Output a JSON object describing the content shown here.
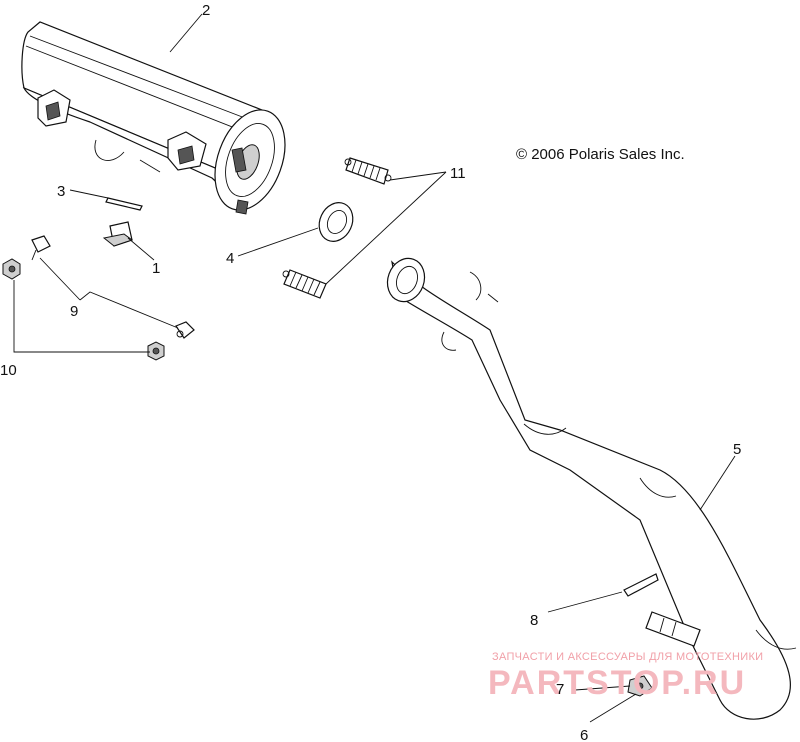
{
  "copyright": "© 2006 Polaris Sales Inc.",
  "callouts": {
    "c1": "1",
    "c2": "2",
    "c3": "3",
    "c4": "4",
    "c5": "5",
    "c6": "6",
    "c7": "7",
    "c8": "8",
    "c9": "9",
    "c10": "10",
    "c11": "11"
  },
  "watermark": {
    "tagline": "ЗАПЧАСТИ И АКСЕССУАРЫ ДЛЯ МОТОТЕХНИКИ",
    "brand": "PARTSTOP.RU"
  },
  "colors": {
    "line": "#111111",
    "watermark": "#f4b8be"
  }
}
